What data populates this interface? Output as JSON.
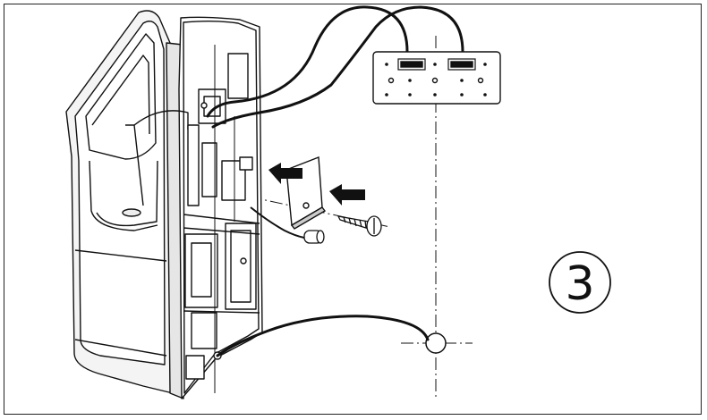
{
  "figure": {
    "step_number": "3",
    "parts": [
      "hand-dryer-unit",
      "wall-mounting-bracket",
      "cover-plate",
      "mounting-screw",
      "cable-ferrite-bead",
      "power-cable",
      "wall-cable-entry"
    ],
    "colors": {
      "line": "#111111",
      "fill": "#ffffff",
      "shade": "#d9d9d9",
      "cable": "#222222"
    }
  }
}
